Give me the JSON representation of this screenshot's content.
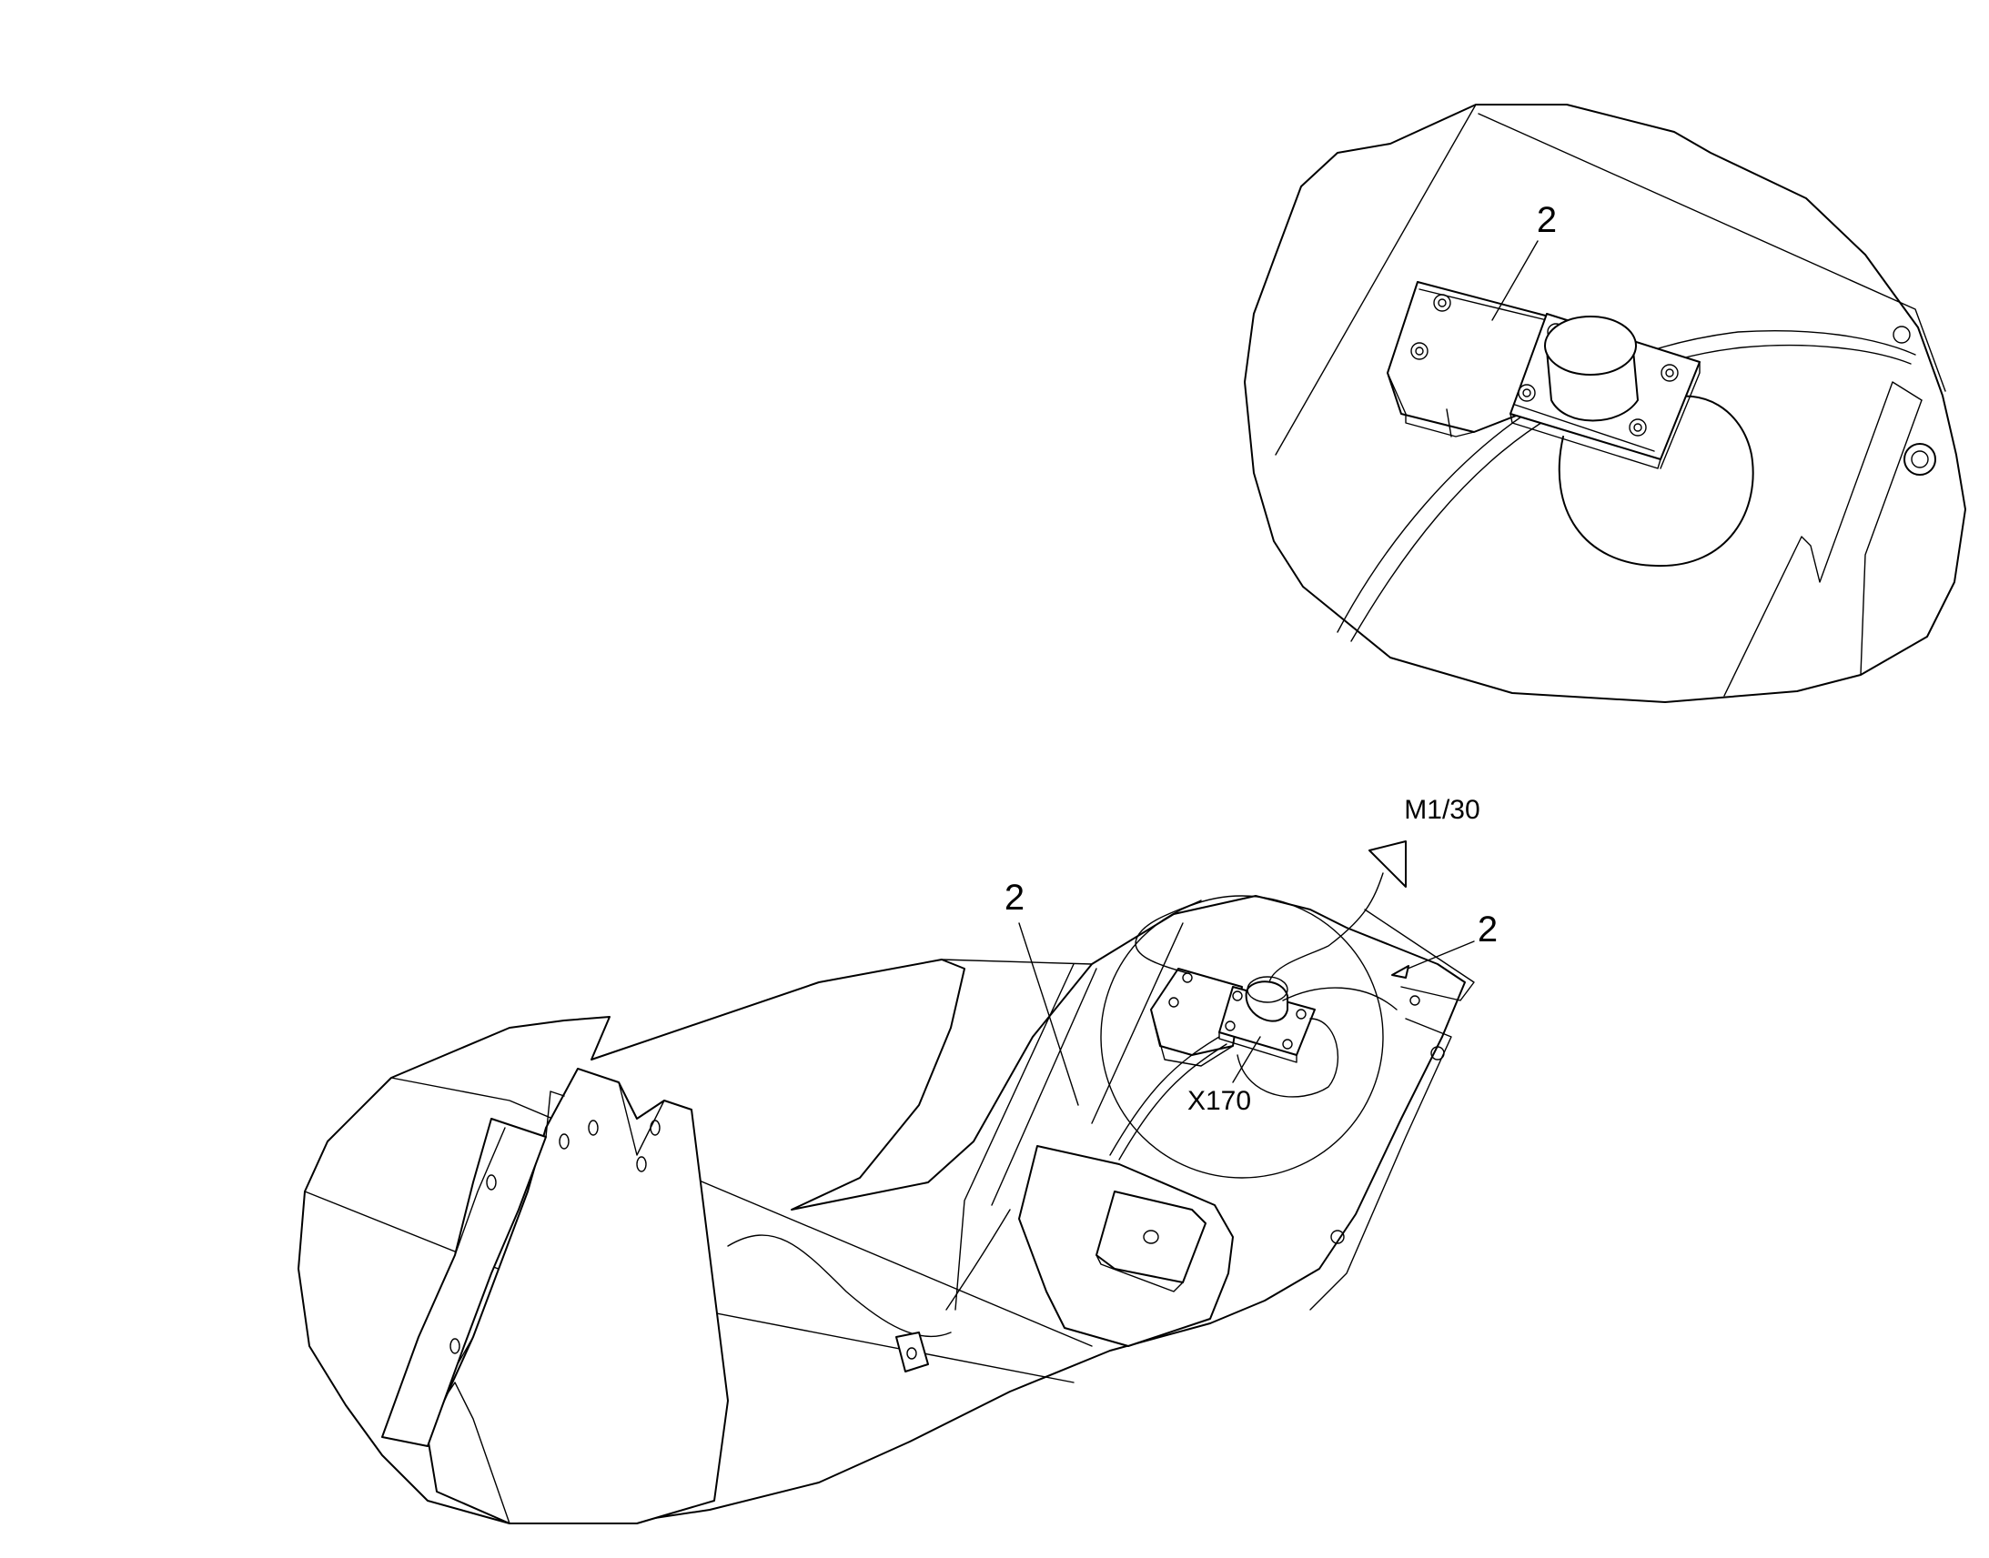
{
  "detail_view": {
    "callout_part": "2"
  },
  "main_view": {
    "callout_part_left": "2",
    "callout_part_right": "2",
    "connector_label": "X170",
    "arrow_target_label": "M1/30"
  },
  "colors": {
    "line": "#000000",
    "background": "#ffffff"
  }
}
